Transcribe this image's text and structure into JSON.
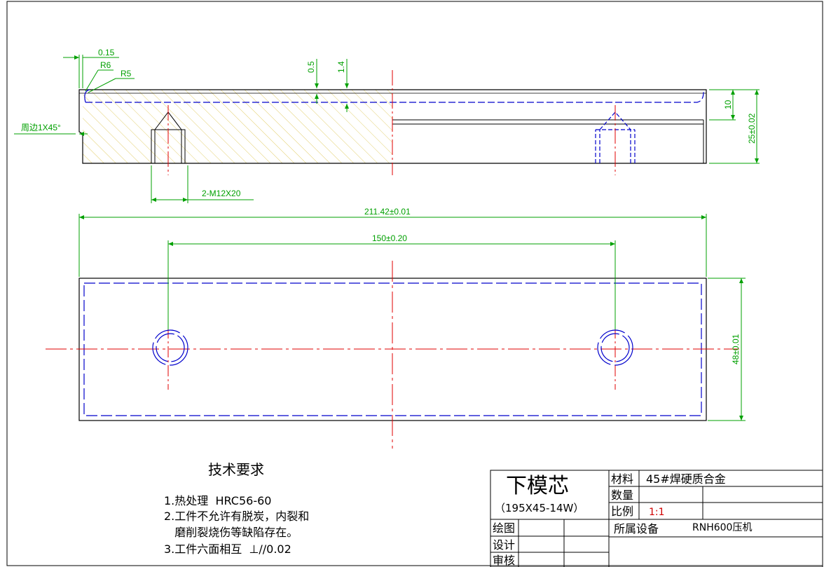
{
  "colors": {
    "outline": "#000000",
    "dimension": "#00a000",
    "centerline": "#e00000",
    "hidden": "#0000cc",
    "hatch": "#e8d27a",
    "text_red": "#d00000"
  },
  "dimensions": {
    "chamfer_offset": "0.15",
    "radius_small": "R6",
    "radius_large": "R5",
    "chamfer_edge": "周边1X45°",
    "depth_a": "0.5",
    "depth_b": "1.4",
    "height_step": "10",
    "height_total": "25±0.02",
    "thread": "2-M12X20",
    "length_total": "211.42±0.01",
    "hole_spacing": "150±0.20",
    "width_total": "48±0.01"
  },
  "tech_requirements": {
    "title": "技术要求",
    "items": [
      "1.热处理  HRC56-60",
      "2.工件不允许有脱炭，内裂和",
      "   磨削裂烧伤等缺陷存在。",
      "3.工件六面相互  ⊥//0.02"
    ]
  },
  "title_block": {
    "part_name": "下模芯",
    "spec": "（195X45-14W）",
    "material_label": "材料",
    "material_value": "45#焊硬质合金",
    "quantity_label": "数量",
    "scale_label": "比例",
    "scale_value": "1:1",
    "drawn_label": "绘图",
    "equipment_label": "所属设备",
    "equipment_value": "RNH600压机",
    "design_label": "设计",
    "review_label": "审核"
  }
}
